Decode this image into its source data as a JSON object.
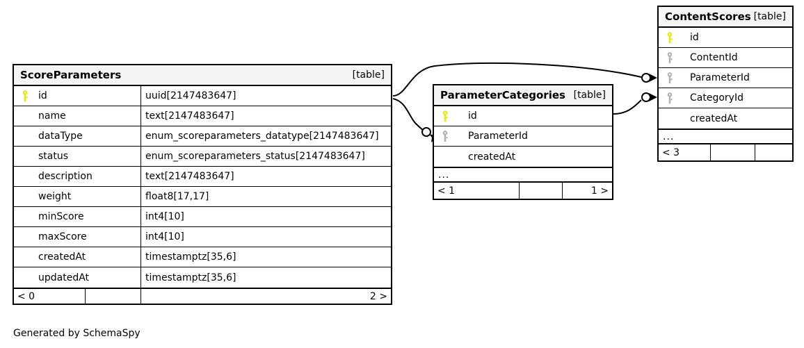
{
  "diagram": {
    "credit": "Generated by SchemaSpy",
    "table_tag": "[table]",
    "ellipsis": "...",
    "key_colors": {
      "primary": "#e8e80a",
      "foreign": "#b3b3b3"
    },
    "edge_color": "#000000"
  },
  "tables": [
    {
      "id": "scoreparameters",
      "name": "ScoreParameters",
      "tag": "[table]",
      "columns": [
        {
          "key": "primary",
          "name": "id",
          "type": "uuid[2147483647]"
        },
        {
          "key": "none",
          "name": "name",
          "type": "text[2147483647]"
        },
        {
          "key": "none",
          "name": "dataType",
          "type": "enum_scoreparameters_datatype[2147483647]"
        },
        {
          "key": "none",
          "name": "status",
          "type": "enum_scoreparameters_status[2147483647]"
        },
        {
          "key": "none",
          "name": "description",
          "type": "text[2147483647]"
        },
        {
          "key": "none",
          "name": "weight",
          "type": "float8[17,17]"
        },
        {
          "key": "none",
          "name": "minScore",
          "type": "int4[10]"
        },
        {
          "key": "none",
          "name": "maxScore",
          "type": "int4[10]"
        },
        {
          "key": "none",
          "name": "createdAt",
          "type": "timestamptz[35,6]"
        },
        {
          "key": "none",
          "name": "updatedAt",
          "type": "timestamptz[35,6]"
        }
      ],
      "has_ellipsis": false,
      "footer": {
        "left": "< 0",
        "middle": "",
        "right": "2 >"
      }
    },
    {
      "id": "parametercategories",
      "name": "ParameterCategories",
      "tag": "[table]",
      "columns": [
        {
          "key": "primary",
          "name": "id",
          "type": ""
        },
        {
          "key": "foreign",
          "name": "ParameterId",
          "type": ""
        },
        {
          "key": "none",
          "name": "createdAt",
          "type": ""
        }
      ],
      "has_ellipsis": true,
      "footer": {
        "left": "< 1",
        "middle": "",
        "right": "1 >"
      }
    },
    {
      "id": "contentscores",
      "name": "ContentScores",
      "tag": "[table]",
      "columns": [
        {
          "key": "primary",
          "name": "id",
          "type": ""
        },
        {
          "key": "foreign",
          "name": "ContentId",
          "type": ""
        },
        {
          "key": "foreign",
          "name": "ParameterId",
          "type": ""
        },
        {
          "key": "foreign",
          "name": "CategoryId",
          "type": ""
        },
        {
          "key": "none",
          "name": "createdAt",
          "type": ""
        }
      ],
      "has_ellipsis": true,
      "footer": {
        "left": "< 3",
        "middle": "",
        "right": ""
      }
    }
  ],
  "relationships": [
    {
      "from": "ScoreParameters.id",
      "to": "ContentScores.ParameterId"
    },
    {
      "from": "ScoreParameters.id",
      "to": "ParameterCategories.ParameterId"
    },
    {
      "from": "ParameterCategories.id",
      "to": "ContentScores.CategoryId"
    }
  ]
}
